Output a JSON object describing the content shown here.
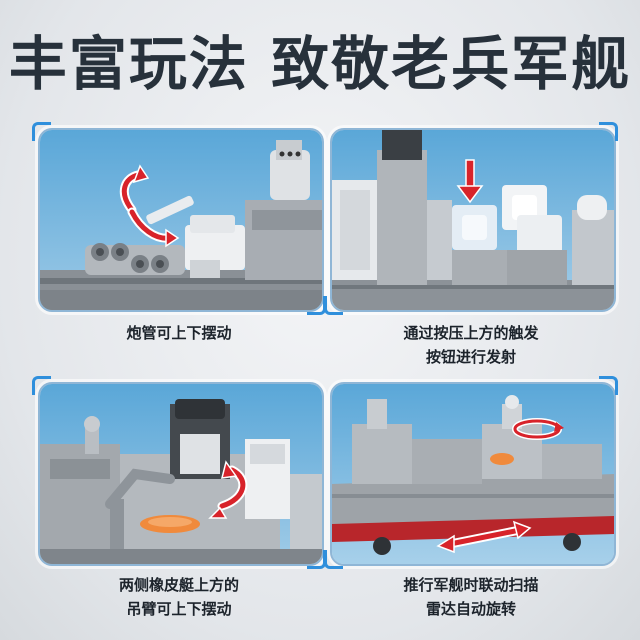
{
  "header": {
    "title": "丰富玩法 致敬老兵军舰"
  },
  "panels": [
    {
      "caption_line1": "炮管可上下摆动",
      "caption_line2": ""
    },
    {
      "caption_line1": "通过按压上方的触发",
      "caption_line2": "按钮进行发射"
    },
    {
      "caption_line1": "两侧橡皮艇上方的",
      "caption_line2": "吊臂可上下摆动"
    },
    {
      "caption_line1": "推行军舰时联动扫描",
      "caption_line2": "雷达自动旋转"
    }
  ],
  "colors": {
    "accent": "#2f8fdc",
    "arrow": "#d8232a",
    "hull_red": "#b8262b",
    "boat_orange": "#f08a3c"
  },
  "icons": [
    "curved-arrow-icon",
    "down-arrow-icon",
    "rotate-arrow-icon",
    "double-arrow-icon"
  ]
}
